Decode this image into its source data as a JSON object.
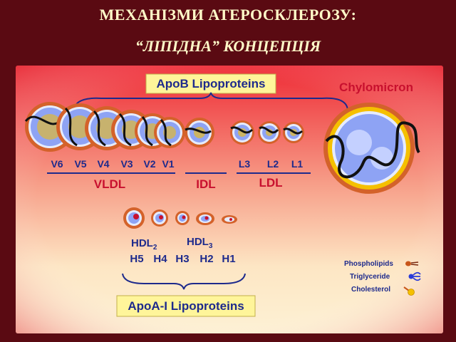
{
  "title": {
    "line1": "МЕХАНІЗМИ АТЕРОСКЛЕРОЗУ:",
    "line2": "“ЛІПІДНА” КОНЦЕПЦІЯ"
  },
  "figure": {
    "apob_label": "ApoB Lipoproteins",
    "apoa_label": "ApoA-I Lipoproteins",
    "chylomicron_label": "Chylomicron",
    "vldl": {
      "label": "VLDL",
      "subclasses": [
        "V6",
        "V5",
        "V4",
        "V3",
        "V2",
        "V1"
      ]
    },
    "idl": {
      "label": "IDL"
    },
    "ldl": {
      "label": "LDL",
      "subclasses": [
        "L3",
        "L2",
        "L1"
      ]
    },
    "hdl": {
      "hdl2": {
        "base": "HDL",
        "sub": "2"
      },
      "hdl3": {
        "base": "HDL",
        "sub": "3"
      },
      "subclasses": [
        "H5",
        "H4",
        "H3",
        "H2",
        "H1"
      ]
    },
    "legend": [
      "Phospholipids",
      "Triglyceride",
      "Cholesterol"
    ],
    "colors": {
      "slide_bg": "#5a0a12",
      "title_text": "#fff9c8",
      "label_blue": "#1d2a8c",
      "label_red": "#c8102e",
      "label_box": "#fff59a",
      "phospholipid": "#c8561a",
      "triglyceride": "#2a3bd8",
      "cholesterol": "#f5c000"
    }
  }
}
